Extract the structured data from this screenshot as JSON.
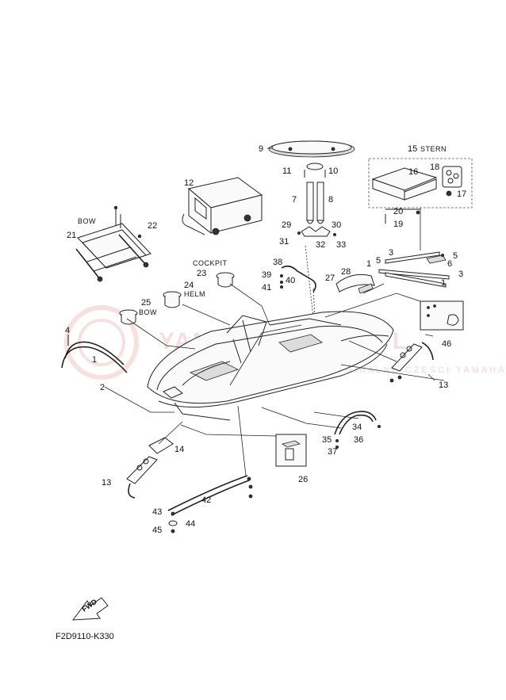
{
  "watermark": {
    "text": "YAMAHA-PARTS.PL",
    "subtext": "WWW.YAMAHA-PARTS.PL ORYGINALNE CZĘŚCI YAMAHA"
  },
  "section_labels": {
    "stern": "STERN",
    "bow_upper": "BOW",
    "cockpit": "COCKPIT",
    "helm": "HELM",
    "bow_lower": "BOW"
  },
  "diagram_code": "F2D9110-K330",
  "fwd_label": "FWD",
  "callouts": {
    "n1a": "1",
    "n1b": "1",
    "n1c": "1",
    "n2": "2",
    "n3a": "3",
    "n3b": "3",
    "n4": "4",
    "n5a": "5",
    "n5b": "5",
    "n6": "6",
    "n7": "7",
    "n8": "8",
    "n9": "9",
    "n10": "10",
    "n11": "11",
    "n12": "12",
    "n13a": "13",
    "n13b": "13",
    "n14": "14",
    "n15": "15",
    "n16": "16",
    "n17": "17",
    "n18": "18",
    "n19": "19",
    "n20": "20",
    "n21": "21",
    "n22": "22",
    "n23": "23",
    "n24": "24",
    "n25": "25",
    "n26": "26",
    "n27": "27",
    "n28": "28",
    "n29": "29",
    "n30": "30",
    "n31": "31",
    "n32": "32",
    "n33": "33",
    "n34": "34",
    "n35": "35",
    "n36": "36",
    "n37": "37",
    "n38": "38",
    "n39": "39",
    "n40": "40",
    "n41": "41",
    "n42": "42",
    "n43": "43",
    "n44": "44",
    "n45": "45",
    "n46": "46"
  }
}
